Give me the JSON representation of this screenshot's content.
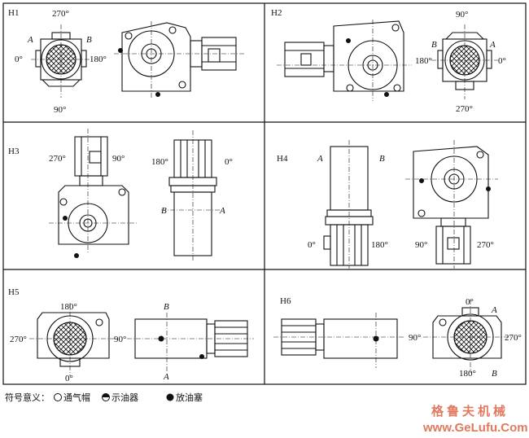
{
  "panels": [
    {
      "id": "H1",
      "labels": {
        "top": "270°",
        "bottom": "90°",
        "left": "0°",
        "right": "180°",
        "a": "A",
        "b": "B"
      }
    },
    {
      "id": "H2",
      "labels": {
        "top": "90°",
        "bottom": "270°",
        "left": "180°",
        "right": "0°",
        "a": "A",
        "b": "B"
      }
    },
    {
      "id": "H3",
      "labels": {
        "left": "270°",
        "right": "90°",
        "l2": "180°",
        "r2": "0°",
        "a": "A",
        "b": "B"
      }
    },
    {
      "id": "H4",
      "labels": {
        "a": "A",
        "b": "B",
        "l1": "0°",
        "r1": "180°",
        "l2": "90°",
        "r2": "270°"
      }
    },
    {
      "id": "H5",
      "labels": {
        "top": "180°",
        "bottom": "0°",
        "left": "270°",
        "right": "90°",
        "a": "A",
        "b": "B"
      }
    },
    {
      "id": "H6",
      "labels": {
        "top": "0°",
        "bottom": "180°",
        "left": "90°",
        "right": "270°",
        "a": "A",
        "b": "B"
      }
    }
  ],
  "legend": {
    "prefix": "符号意义：",
    "breather": "通气帽",
    "indicator": "示油器",
    "drain": "放油塞"
  },
  "watermark": {
    "cn": "格鲁夫机械",
    "url": "www.GeLufu.Com"
  }
}
